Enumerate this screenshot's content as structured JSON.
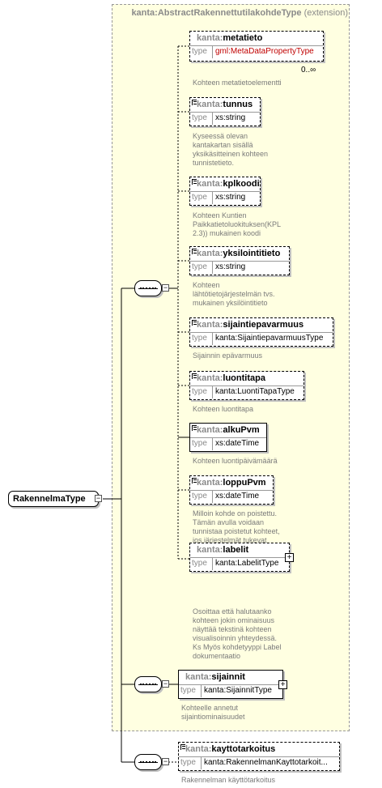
{
  "extension": {
    "ns": "kanta:",
    "name": "AbstractRakennettutilakohdeType",
    "suffix": "(extension)"
  },
  "root": {
    "name": "RakennelmaType"
  },
  "toggles": {
    "minus": "−",
    "plus": "+"
  },
  "type_label": "type",
  "elements": [
    {
      "ns": "kanta:",
      "name": "metatieto",
      "type": "gml:MetaDataPropertyType",
      "cardinality": "0..∞",
      "desc": "Kohteen metatietoelementti"
    },
    {
      "ns": "kanta:",
      "name": "tunnus",
      "type": "xs:string",
      "desc": "Kyseessä olevan\nkantakartan sisällä\nyksikäsitteinen kohteen\ntunnistetieto."
    },
    {
      "ns": "kanta:",
      "name": "kplkoodi",
      "type": "xs:string",
      "desc": "Kohteen Kuntien\nPaikkatietoluokituksen(KPL\n2.3)) mukainen koodi"
    },
    {
      "ns": "kanta:",
      "name": "yksilointitieto",
      "type": "xs:string",
      "desc": "Kohteen\nlähtötietojärjestelmän  tvs.\nmukainen yksilöintitieto"
    },
    {
      "ns": "kanta:",
      "name": "sijaintiepavarmuus",
      "type": "kanta:SijaintiepavarmuusType",
      "desc": "Sijainnin epävarmuus"
    },
    {
      "ns": "kanta:",
      "name": "luontitapa",
      "type": "kanta:LuontiTapaType",
      "desc": "Kohteen luontitapa"
    },
    {
      "ns": "kanta:",
      "name": "alkuPvm",
      "type": "xs:dateTime",
      "desc": "Kohteen luontipäivämäärä"
    },
    {
      "ns": "kanta:",
      "name": "loppuPvm",
      "type": "xs:dateTime",
      "desc": "Milloin kohde on poistettu.\nTämän avulla voidaan\ntunnistaa poistetut kohteet,\njos järjestelmät tukevat\nhistoriatietojen tallentamista"
    },
    {
      "ns": "kanta:",
      "name": "labelit",
      "type": "kanta:LabelitType",
      "desc": "Osoittaa että halutaanko\nkohteen jokin ominaisuus\nnäyttää tekstinä kohteen\nvisualisoinnin yhteydessä.\n Ks Myös kohdetyyppi Label\ndokumentaatio"
    },
    {
      "ns": "kanta:",
      "name": "sijainnit",
      "type": "kanta:SijainnitType",
      "desc": "Kohteelle annetut\nsijaintiominaisuudet"
    },
    {
      "ns": "kanta:",
      "name": "kayttotarkoitus",
      "type": "kanta:RakennelmanKayttotarkoit...",
      "desc": "Rakennelman käyttötarkoitus"
    }
  ]
}
